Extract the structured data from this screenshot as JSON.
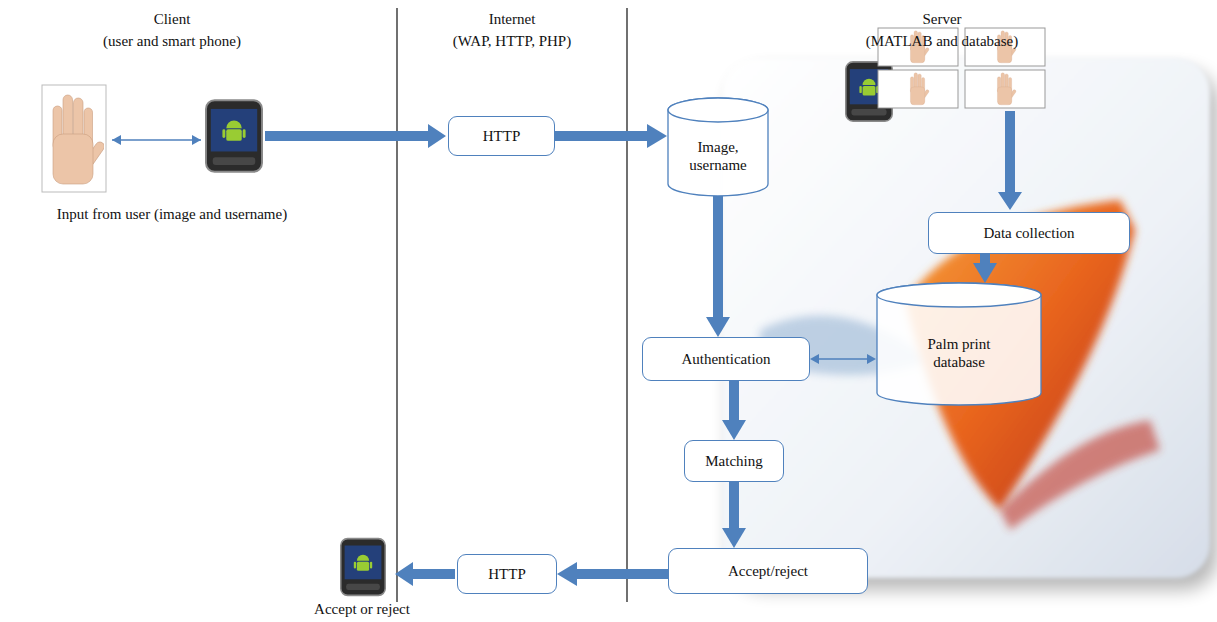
{
  "diagram": {
    "nodes": [
      {
        "text": [
          "HTTP"
        ]
      },
      {
        "text": [
          "Image, username"
        ]
      },
      {
        "text": [
          "Data collection"
        ]
      },
      {
        "text": [
          "Authentication"
        ]
      },
      {
        "text": [
          "Palm print database"
        ]
      },
      {
        "text": [
          "Matching"
        ]
      },
      {
        "text": [
          "Accept/reject"
        ]
      },
      {
        "text": [
          "HTTP"
        ]
      }
    ],
    "edges": [
      {
        "from": 0,
        "to": 1,
        "arrow": "to"
      },
      {
        "from": 1,
        "to": 3,
        "arrow": "to"
      },
      {
        "from": 2,
        "to": 4,
        "arrow": "to"
      },
      {
        "from": 3,
        "to": 4,
        "arrow": "both"
      },
      {
        "from": 3,
        "to": 5,
        "arrow": "to"
      },
      {
        "from": 5,
        "to": 6,
        "arrow": "to"
      },
      {
        "from": 6,
        "to": 7,
        "arrow": "to"
      }
    ],
    "labels": [
      "Client",
      "(user and smart phone)",
      "Internet",
      "(WAP, HTTP, PHP)",
      "Server",
      "(MATLAB and database)",
      "Input from user (image and username)",
      "Accept or reject"
    ]
  }
}
